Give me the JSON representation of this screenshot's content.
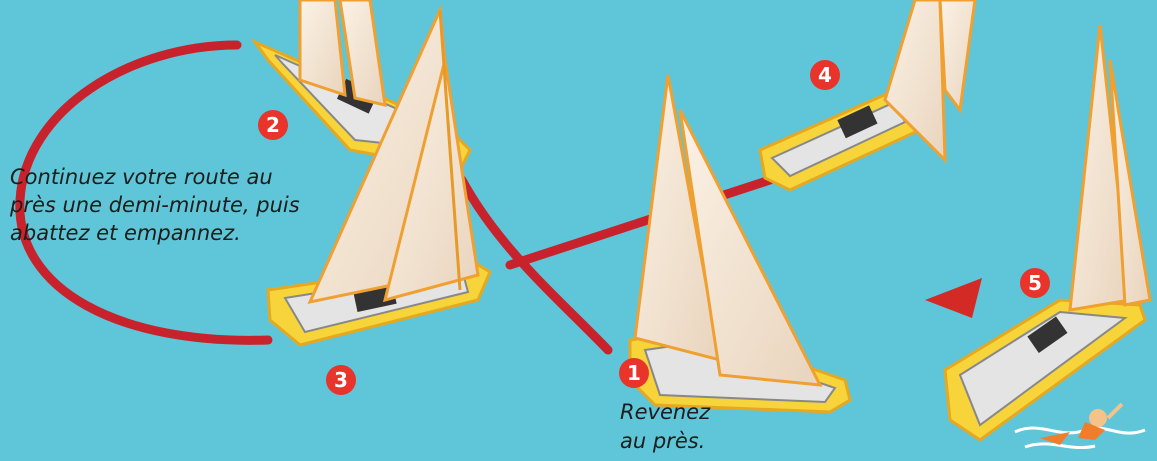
{
  "captions": {
    "main": "Continuez votre route au\nprès une demi-minute, puis\nabattez et empannez.",
    "step_one": "Revenez\nau près."
  },
  "markers": {
    "one": "1",
    "two": "2",
    "three": "3",
    "four": "4",
    "five": "5"
  },
  "colors": {
    "water": "#5ec6d8",
    "route": "#c8232c",
    "marker": "#e8342a",
    "hull": "#f6d43a",
    "sail": "#f3e3cf",
    "sail_edge": "#f0a030"
  },
  "icons": [
    "boat-icon",
    "swimmer-icon",
    "arrow-icon"
  ]
}
